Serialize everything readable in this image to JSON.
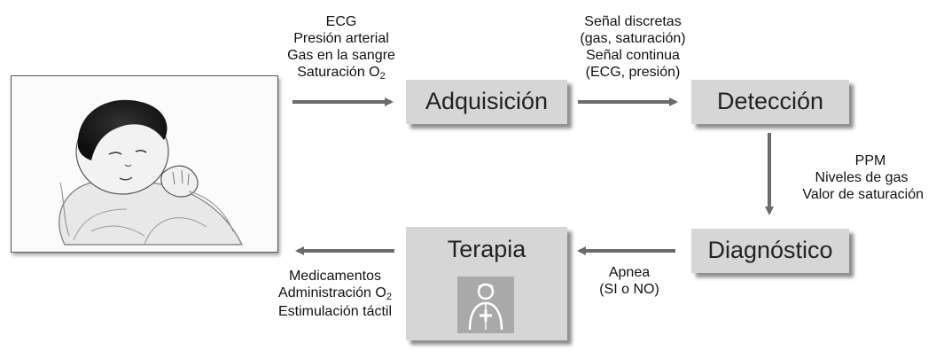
{
  "boxes": {
    "acquisition": "Adquisición",
    "detection": "Detección",
    "diagnosis": "Diagnóstico",
    "therapy": "Terapia"
  },
  "inputs_to_acquisition": {
    "lines": [
      "ECG",
      "Presión arterial",
      "Gas en la sangre",
      "Saturación O"
    ],
    "subscript": "2"
  },
  "acquisition_to_detection": {
    "lines": [
      "Señal discretas",
      "(gas, saturación)",
      "Señal continua",
      "(ECG, presión)"
    ]
  },
  "detection_to_diagnosis": {
    "lines": [
      "PPM",
      "Niveles de gas",
      "Valor de saturación"
    ]
  },
  "diagnosis_to_therapy": {
    "lines": [
      "Apnea",
      "(SI o NO)"
    ]
  },
  "therapy_to_patient": {
    "line1": "Medicamentos",
    "line2": "Administración O",
    "line2_subscript": "2",
    "line3": "Estimulación táctil"
  },
  "colors": {
    "box_fill": "#d6d6d6",
    "arrow": "#6b6b6b",
    "doctor_icon_bg": "#a9a9a9"
  }
}
